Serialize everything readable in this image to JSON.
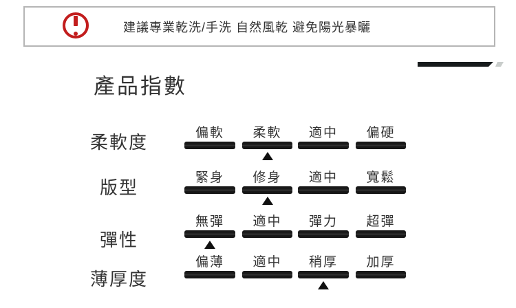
{
  "warning": {
    "icon": "alert-exclamation-icon",
    "text": "建議專業乾洗/手洗 自然風乾 避免陽光暴曬"
  },
  "title": "產品指數",
  "index_table": {
    "rows": [
      {
        "label": "柔軟度",
        "options": [
          "偏軟",
          "柔軟",
          "適中",
          "偏硬"
        ],
        "selected": 1
      },
      {
        "label": "版型",
        "options": [
          "緊身",
          "修身",
          "適中",
          "寬鬆"
        ],
        "selected": 1
      },
      {
        "label": "彈性",
        "options": [
          "無彈",
          "適中",
          "彈力",
          "超彈"
        ],
        "selected": 0
      },
      {
        "label": "薄厚度",
        "options": [
          "偏薄",
          "適中",
          "稍厚",
          "加厚"
        ],
        "selected": 2
      }
    ]
  },
  "chart_data": {
    "type": "table",
    "title": "產品指數",
    "categories": [
      "柔軟度",
      "版型",
      "彈性",
      "薄厚度"
    ],
    "scales": [
      [
        "偏軟",
        "柔軟",
        "適中",
        "偏硬"
      ],
      [
        "緊身",
        "修身",
        "適中",
        "寬鬆"
      ],
      [
        "無彈",
        "適中",
        "彈力",
        "超彈"
      ],
      [
        "偏薄",
        "適中",
        "稍厚",
        "加厚"
      ]
    ],
    "selected_values": [
      "柔軟",
      "修身",
      "無彈",
      "稍厚"
    ],
    "selected_indices": [
      1,
      1,
      0,
      2
    ],
    "legend_position": "none",
    "grid": false
  },
  "colors": {
    "red": "#c21d1d",
    "border-gray": "#b5b5b5",
    "ink": "#1b1b1b",
    "text": "#333333",
    "tip-gray": "#c9cdcb"
  }
}
